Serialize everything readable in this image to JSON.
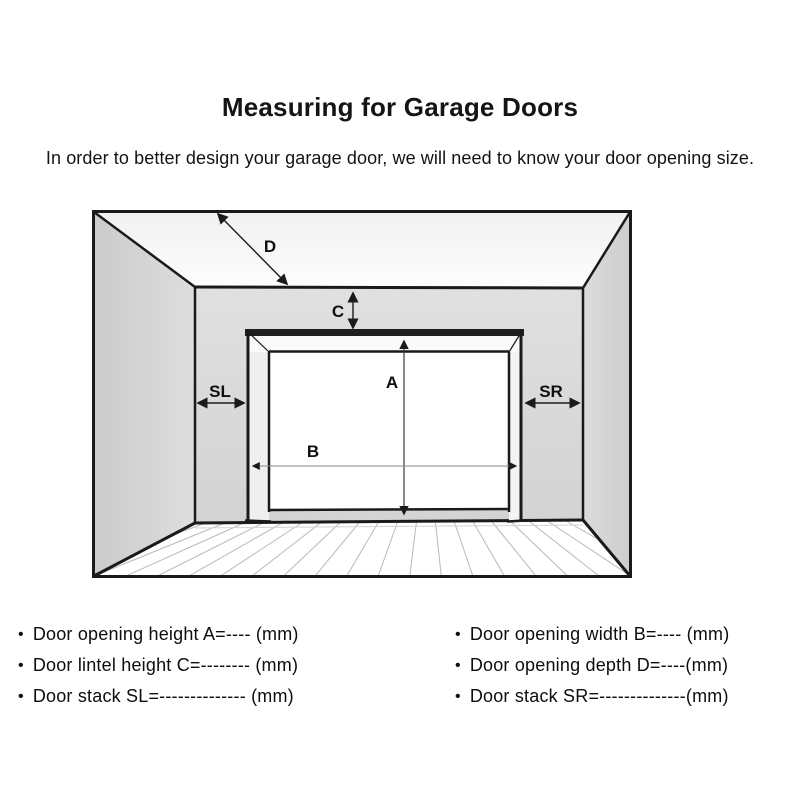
{
  "page": {
    "title": "Measuring for Garage Doors",
    "subtitle": "In order to better design your garage door, we will need to know your door opening size."
  },
  "diagram": {
    "description": "perspective-view-of-garage-interior-with-door-opening-measurements",
    "labels": {
      "depth": "D",
      "lintel": "C",
      "height": "A",
      "width": "B",
      "stack_left": "SL",
      "stack_right": "SR"
    }
  },
  "legend": {
    "marker": "•",
    "left": [
      "Door opening height A=---- (mm)",
      "Door lintel height C=-------- (mm)",
      "Door stack SL=-------------- (mm)"
    ],
    "right": [
      "Door opening width B=---- (mm)",
      "Door opening depth D=----(mm)",
      "Door stack SR=--------------(mm)"
    ]
  },
  "colors": {
    "paper": "#ffffff",
    "ink": "#1a1a1a",
    "wall": "#d6d6d6",
    "back_wall": "#d9d9d9",
    "ceiling": "#f7f7f7",
    "plank": "#b9b9b9"
  }
}
